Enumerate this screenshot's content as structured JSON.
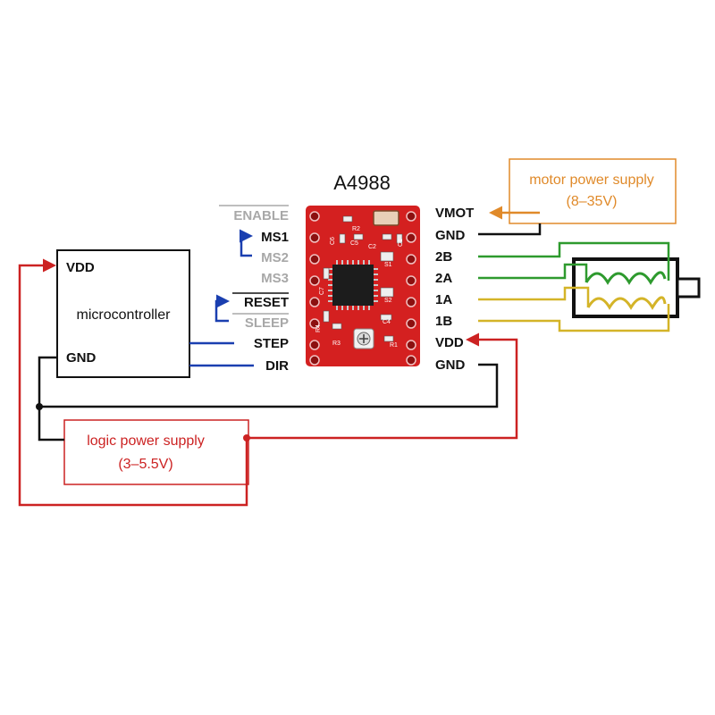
{
  "board": {
    "title": "A4988",
    "silkscreen": [
      "R2",
      "C5",
      "C6",
      "C2",
      "C1",
      "S1",
      "S2",
      "C7",
      "C4",
      "R4",
      "R3",
      "R1"
    ]
  },
  "left_pins": [
    "ENABLE",
    "MS1",
    "MS2",
    "MS3",
    "RESET",
    "SLEEP",
    "STEP",
    "DIR"
  ],
  "right_pins": [
    "VMOT",
    "GND",
    "2B",
    "2A",
    "1A",
    "1B",
    "VDD",
    "GND"
  ],
  "microcontroller": {
    "vdd": "VDD",
    "name": "microcontroller",
    "gnd": "GND"
  },
  "motor_supply": {
    "line1": "motor power supply",
    "line2": "(8–35V)"
  },
  "logic_supply": {
    "line1": "logic power supply",
    "line2": "(3–5.5V)"
  },
  "colors": {
    "red_wire": "#cc2222",
    "orange_wire": "#e08a2a",
    "blue_wire": "#1a3fb0",
    "green_wire": "#2e9a2e",
    "yellow_wire": "#d4b428",
    "board_red": "#d42020",
    "black_wire": "#111111",
    "gray_text": "#a8a8a8"
  }
}
